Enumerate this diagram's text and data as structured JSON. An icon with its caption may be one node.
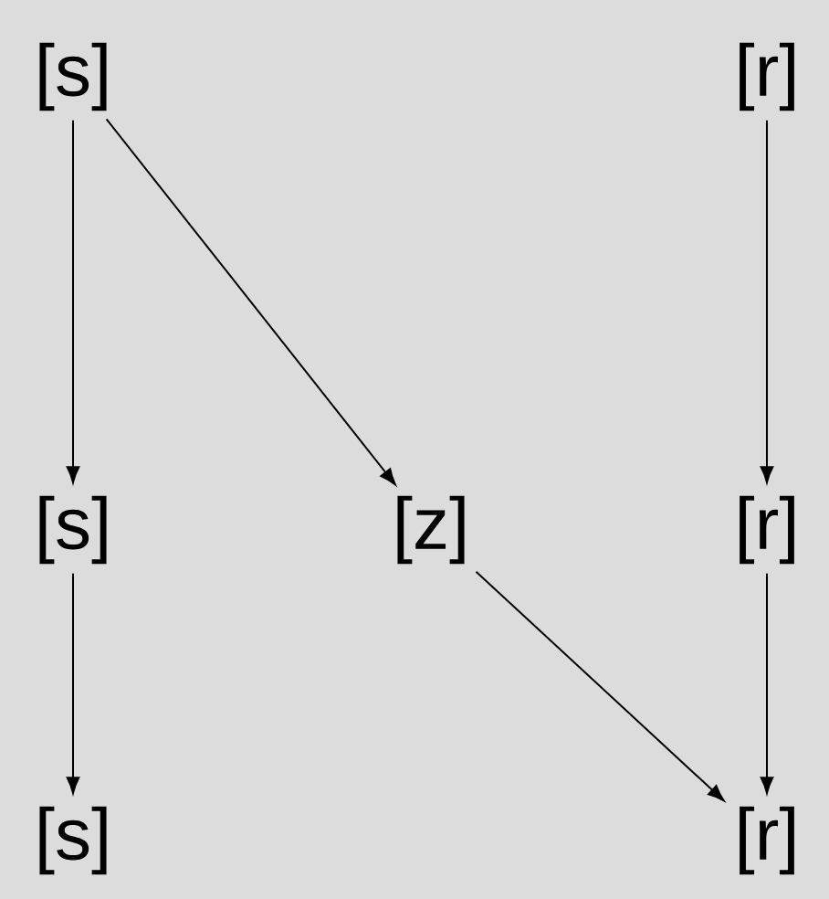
{
  "diagram": {
    "nodes": [
      {
        "text": [
          "[s]"
        ]
      },
      {
        "text": [
          "[r]"
        ]
      },
      {
        "text": [
          "[s]"
        ]
      },
      {
        "text": [
          "[z]"
        ]
      },
      {
        "text": [
          "[r]"
        ]
      },
      {
        "text": [
          "[s]"
        ]
      },
      {
        "text": [
          "[r]"
        ]
      }
    ],
    "edges": [
      {
        "from": 0,
        "to": 2,
        "arrow": "to"
      },
      {
        "from": 0,
        "to": 3,
        "arrow": "to"
      },
      {
        "from": 1,
        "to": 4,
        "arrow": "to"
      },
      {
        "from": 2,
        "to": 5,
        "arrow": "to"
      },
      {
        "from": 3,
        "to": 6,
        "arrow": "to"
      },
      {
        "from": 4,
        "to": 6,
        "arrow": "to"
      }
    ]
  }
}
